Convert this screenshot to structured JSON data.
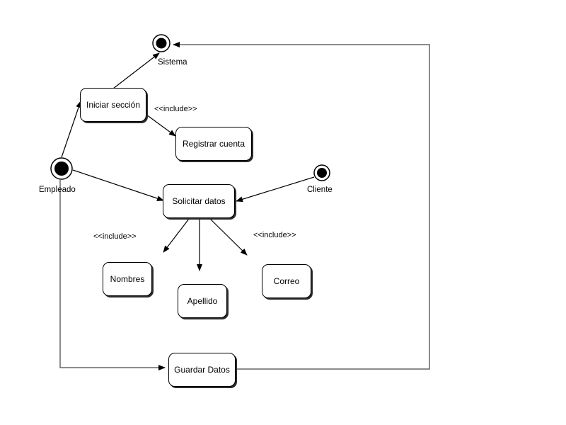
{
  "actors": {
    "sistema": "Sistema",
    "empleado": "Empleado",
    "cliente": "Cliente"
  },
  "use_cases": {
    "iniciar": "Iniciar sección",
    "registrar": "Registrar cuenta",
    "solicitar": "Solicitar datos",
    "nombres": "Nombres",
    "apellido": "Apellido",
    "correo": "Correo",
    "guardar": "Guardar Datos"
  },
  "stereotypes": {
    "include_registrar": "<<include>>",
    "include_left": "<<include>>",
    "include_right": "<<include>>"
  },
  "colors": {
    "line": "#000000",
    "connector": "#666666"
  }
}
